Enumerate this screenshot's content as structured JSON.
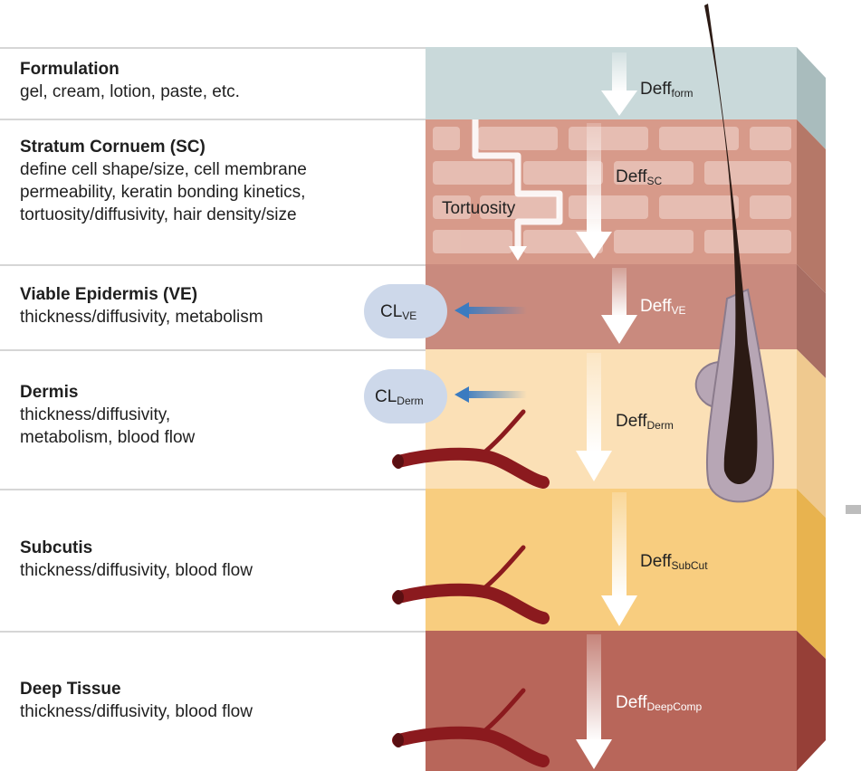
{
  "layers": [
    {
      "title": "Formulation",
      "desc": [
        "gel, cream, lotion, paste, etc."
      ]
    },
    {
      "title": "Stratum Cornuem (SC)",
      "desc": [
        "define cell shape/size, cell membrane",
        "permeability, keratin bonding kinetics,",
        "tortuosity/diffusivity, hair density/size"
      ]
    },
    {
      "title": "Viable Epidermis (VE)",
      "desc": [
        "thickness/diffusivity, metabolism"
      ]
    },
    {
      "title": "Dermis",
      "desc": [
        "thickness/diffusivity,",
        "metabolism, blood flow"
      ]
    },
    {
      "title": "Subcutis",
      "desc": [
        "thickness/diffusivity, blood flow"
      ]
    },
    {
      "title": "Deep Tissue",
      "desc": [
        "thickness/diffusivity, blood flow"
      ]
    }
  ],
  "deff": {
    "prefix": "Deff",
    "form": "form",
    "sc": "SC",
    "ve": "VE",
    "derm": "Derm",
    "subcut": "SubCut",
    "deep": "DeepComp"
  },
  "clearance": {
    "prefix": "CL",
    "ve": "VE",
    "derm": "Derm"
  },
  "tortuosity_label": "Tortuosity",
  "colors": {
    "formulation": "#c9d9da",
    "stratum_cornuem": "#d79a8a",
    "viable_epidermis": "#c98a7e",
    "dermis": "#fbe0b6",
    "subcutis": "#f8cd7f",
    "deep_tissue": "#b8665a",
    "clearance_bubble": "#cdd8ea",
    "vessel": "#8b1a1e",
    "hair": "#2b1a14",
    "follicle": "#b7a6b5",
    "arrow_blue": "#3b7bc0"
  }
}
